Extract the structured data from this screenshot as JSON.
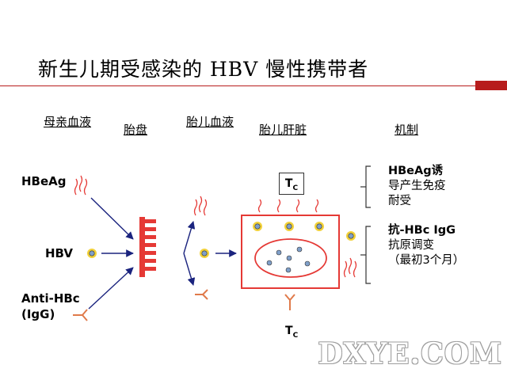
{
  "title": "新生儿期受感染的 HBV 慢性携带者",
  "headers": {
    "maternal_blood": "母亲血液",
    "placenta": "胎盘",
    "fetal_blood": "胎儿血液",
    "fetal_liver": "胎儿肝脏",
    "mechanism": "机制"
  },
  "labels": {
    "hbeag": "HBeAg",
    "hbv": "HBV",
    "anti_hbc_line1": "Anti-HBc",
    "anti_hbc_line2": "(IgG)"
  },
  "tcell": {
    "main": "T",
    "sub": "C"
  },
  "mechanism_1": [
    "HBeAg诱",
    "导产生免疫",
    "耐受"
  ],
  "mechanism_2": [
    "抗-HBc IgG",
    "抗原调变",
    "（最初3个月）"
  ],
  "watermark": "DXYE.COM",
  "colors": {
    "accent_red": "#b71c1c",
    "bright_red": "#e53935",
    "arrow_navy": "#1a237e",
    "virus_yellow": "#f2d13a",
    "virus_blue": "#7f9fc9",
    "antibody_orange": "#e07a4a"
  }
}
